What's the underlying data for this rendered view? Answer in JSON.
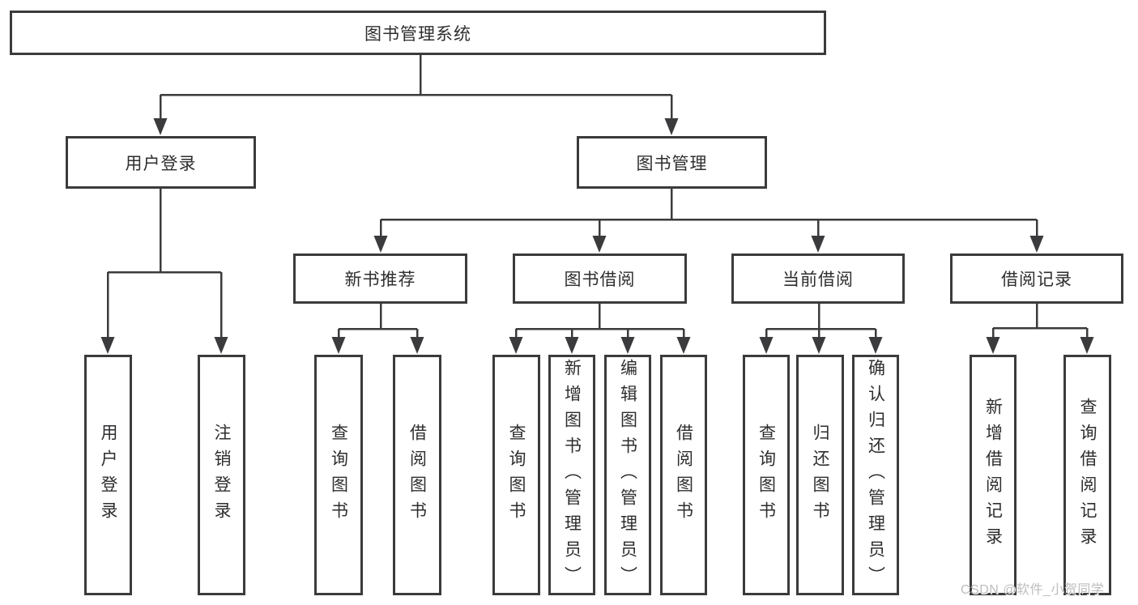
{
  "diagram_title": "图书管理系统",
  "colors": {
    "line": "#3b3b3d",
    "box_border": "#3b3b3d",
    "text": "#2e2e30",
    "background": "#ffffff",
    "watermark": "#bdbdbd"
  },
  "nodes": {
    "root": {
      "label": "图书管理系统"
    },
    "userLogin": {
      "label": "用户登录"
    },
    "bookMgmt": {
      "label": "图书管理"
    },
    "newBookRec": {
      "label": "新书推荐"
    },
    "bookBorrow": {
      "label": "图书借阅"
    },
    "currentBorrow": {
      "label": "当前借阅"
    },
    "borrowRecords": {
      "label": "借阅记录"
    },
    "leafUserLogin": {
      "label": "用户登录"
    },
    "leafLogout": {
      "label": "注销登录"
    },
    "leafQueryBooksRec": {
      "label": "查询图书"
    },
    "leafBorrowBooksRec": {
      "label": "借阅图书"
    },
    "leafQueryBooksBorrow": {
      "label": "查询图书"
    },
    "leafAddBooks": {
      "label": "新增图书（管理员）"
    },
    "leafEditBooks": {
      "label": "编辑图书（管理员）"
    },
    "leafBorrowBooks": {
      "label": "借阅图书"
    },
    "leafQueryBooksCurrent": {
      "label": "查询图书"
    },
    "leafReturnBooks": {
      "label": "归还图书"
    },
    "leafConfirmReturn": {
      "label": "确认归还（管理员）"
    },
    "leafAddBorrowRecord": {
      "label": "新增借阅记录"
    },
    "leafQueryBorrowRecord": {
      "label": "查询借阅记录"
    }
  },
  "edges": [
    {
      "parent": "图书管理系统",
      "children": [
        "用户登录",
        "图书管理"
      ]
    },
    {
      "parent": "用户登录",
      "children": [
        "用户登录",
        "注销登录"
      ]
    },
    {
      "parent": "图书管理",
      "children": [
        "新书推荐",
        "图书借阅",
        "当前借阅",
        "借阅记录"
      ]
    },
    {
      "parent": "新书推荐",
      "children": [
        "查询图书",
        "借阅图书"
      ]
    },
    {
      "parent": "图书借阅",
      "children": [
        "查询图书",
        "新增图书（管理员）",
        "编辑图书（管理员）",
        "借阅图书"
      ]
    },
    {
      "parent": "当前借阅",
      "children": [
        "查询图书",
        "归还图书",
        "确认归还（管理员）"
      ]
    },
    {
      "parent": "借阅记录",
      "children": [
        "新增借阅记录",
        "查询借阅记录"
      ]
    }
  ],
  "watermark": "CSDN @软件_小贺同学"
}
